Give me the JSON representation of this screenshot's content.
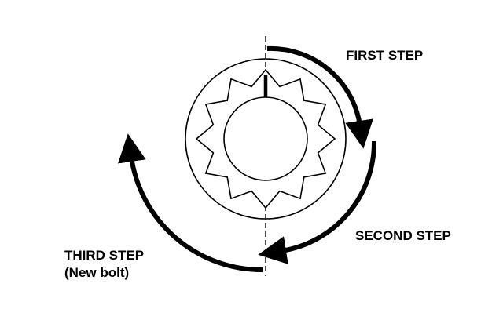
{
  "labels": {
    "first_step": "FIRST STEP",
    "second_step": "SECOND STEP",
    "third_step": "THIRD STEP",
    "third_step_note": "(New bolt)"
  },
  "colors": {
    "ink": "#000000",
    "background": "#ffffff"
  }
}
